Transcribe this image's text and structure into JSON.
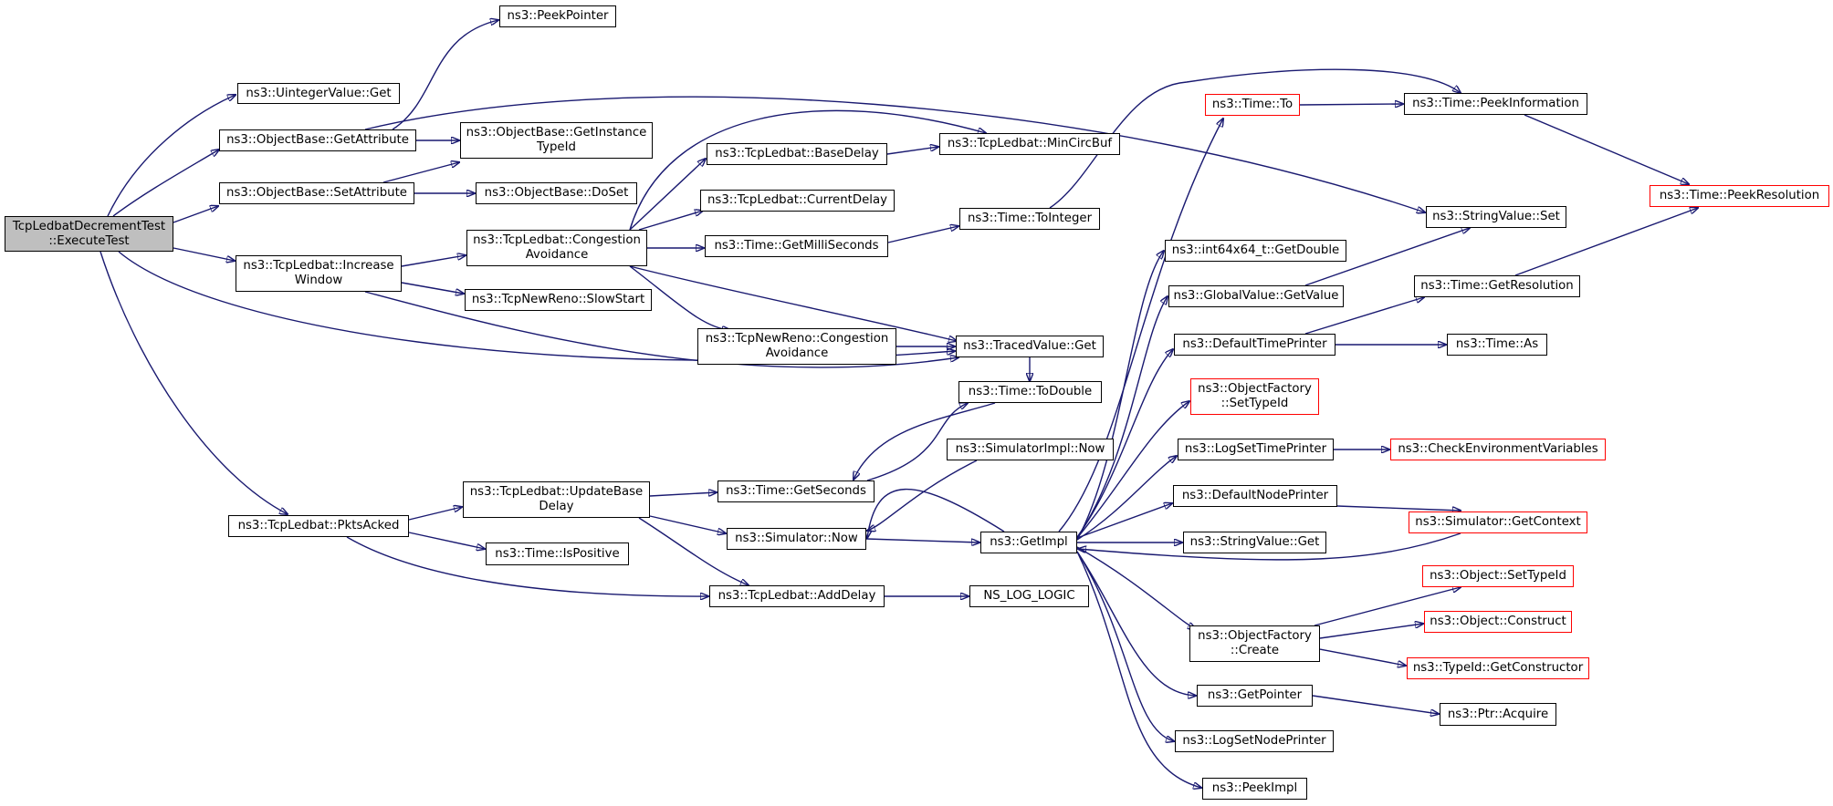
{
  "graph": {
    "colors": {
      "edge": "#191970",
      "node_border": "#000000",
      "truncated_border": "#ff0000",
      "root_fill": "#bfbfbf"
    },
    "nodes": {
      "root": {
        "lines": [
          "TcpLedbatDecrementTest",
          "::ExecuteTest"
        ]
      },
      "peekpointer": {
        "lines": [
          "ns3::PeekPointer"
        ]
      },
      "uintegerget": {
        "lines": [
          "ns3::UintegerValue::Get"
        ]
      },
      "getattribute": {
        "lines": [
          "ns3::ObjectBase::GetAttribute"
        ]
      },
      "getinstancetypeid": {
        "lines": [
          "ns3::ObjectBase::GetInstance",
          "TypeId"
        ]
      },
      "setattribute": {
        "lines": [
          "ns3::ObjectBase::SetAttribute"
        ]
      },
      "doset": {
        "lines": [
          "ns3::ObjectBase::DoSet"
        ]
      },
      "increasewindow": {
        "lines": [
          "ns3::TcpLedbat::Increase",
          "Window"
        ]
      },
      "congestionavoidance": {
        "lines": [
          "ns3::TcpLedbat::Congestion",
          "Avoidance"
        ]
      },
      "basedelay": {
        "lines": [
          "ns3::TcpLedbat::BaseDelay"
        ]
      },
      "mincircbuf": {
        "lines": [
          "ns3::TcpLedbat::MinCircBuf"
        ]
      },
      "currentdelay": {
        "lines": [
          "ns3::TcpLedbat::CurrentDelay"
        ]
      },
      "getmilliseconds": {
        "lines": [
          "ns3::Time::GetMilliSeconds"
        ]
      },
      "tointeger": {
        "lines": [
          "ns3::Time::ToInteger"
        ]
      },
      "slowstart": {
        "lines": [
          "ns3::TcpNewReno::SlowStart"
        ]
      },
      "newrenoca": {
        "lines": [
          "ns3::TcpNewReno::Congestion",
          "Avoidance"
        ]
      },
      "tracedget": {
        "lines": [
          "ns3::TracedValue::Get"
        ]
      },
      "todouble": {
        "lines": [
          "ns3::Time::ToDouble"
        ]
      },
      "simimplnow": {
        "lines": [
          "ns3::SimulatorImpl::Now"
        ]
      },
      "getseconds": {
        "lines": [
          "ns3::Time::GetSeconds"
        ]
      },
      "pktsacked": {
        "lines": [
          "ns3::TcpLedbat::PktsAcked"
        ]
      },
      "updatebasedelay": {
        "lines": [
          "ns3::TcpLedbat::UpdateBase",
          "Delay"
        ]
      },
      "simnow": {
        "lines": [
          "ns3::Simulator::Now"
        ]
      },
      "ispositive": {
        "lines": [
          "ns3::Time::IsPositive"
        ]
      },
      "adddelay": {
        "lines": [
          "ns3::TcpLedbat::AddDelay"
        ]
      },
      "nslog": {
        "lines": [
          "NS_LOG_LOGIC"
        ]
      },
      "getimpl": {
        "lines": [
          "ns3::GetImpl"
        ]
      },
      "timeto": {
        "lines": [
          "ns3::Time::To"
        ]
      },
      "peekinformation": {
        "lines": [
          "ns3::Time::PeekInformation"
        ]
      },
      "peekresolution": {
        "lines": [
          "ns3::Time::PeekResolution"
        ]
      },
      "stringset": {
        "lines": [
          "ns3::StringValue::Set"
        ]
      },
      "int64getdouble": {
        "lines": [
          "ns3::int64x64_t::GetDouble"
        ]
      },
      "globalgetvalue": {
        "lines": [
          "ns3::GlobalValue::GetValue"
        ]
      },
      "getresolution": {
        "lines": [
          "ns3::Time::GetResolution"
        ]
      },
      "defaulttimeprinter": {
        "lines": [
          "ns3::DefaultTimePrinter"
        ]
      },
      "timeas": {
        "lines": [
          "ns3::Time::As"
        ]
      },
      "ofsettypeid": {
        "lines": [
          "ns3::ObjectFactory",
          "::SetTypeId"
        ]
      },
      "logsettimeprinter": {
        "lines": [
          "ns3::LogSetTimePrinter"
        ]
      },
      "checkenv": {
        "lines": [
          "ns3::CheckEnvironmentVariables"
        ]
      },
      "defaultnodeprinter": {
        "lines": [
          "ns3::DefaultNodePrinter"
        ]
      },
      "simgetcontext": {
        "lines": [
          "ns3::Simulator::GetContext"
        ]
      },
      "stringget": {
        "lines": [
          "ns3::StringValue::Get"
        ]
      },
      "objsettypeid": {
        "lines": [
          "ns3::Object::SetTypeId"
        ]
      },
      "ofcreate": {
        "lines": [
          "ns3::ObjectFactory",
          "::Create"
        ]
      },
      "objconstruct": {
        "lines": [
          "ns3::Object::Construct"
        ]
      },
      "getconstructor": {
        "lines": [
          "ns3::TypeId::GetConstructor"
        ]
      },
      "getpointer": {
        "lines": [
          "ns3::GetPointer"
        ]
      },
      "ptracquire": {
        "lines": [
          "ns3::Ptr::Acquire"
        ]
      },
      "logsetnodeprinter": {
        "lines": [
          "ns3::LogSetNodePrinter"
        ]
      },
      "peekimpl": {
        "lines": [
          "ns3::PeekImpl"
        ]
      }
    }
  }
}
